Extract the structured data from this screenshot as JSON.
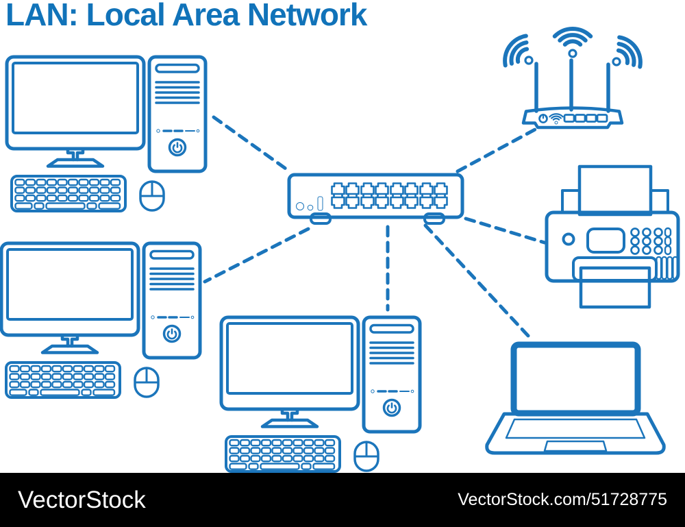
{
  "title": "LAN: Local Area Network",
  "watermark": {
    "brand": "VectorStock",
    "credit": "VectorStock.com/51728775"
  },
  "colors": {
    "line_blue": "#1b75bb",
    "title_blue": "#1173b9",
    "watermark_bg": "#000000",
    "watermark_text": "#ffffff"
  },
  "diagram": {
    "hub": {
      "id": "network-switch",
      "type": "16-port-ethernet-switch"
    },
    "devices": [
      {
        "id": "desktop-pc-top-left",
        "type": "desktop-computer"
      },
      {
        "id": "desktop-pc-bottom-left",
        "type": "desktop-computer"
      },
      {
        "id": "desktop-pc-bottom-center",
        "type": "desktop-computer"
      },
      {
        "id": "wireless-router",
        "type": "wifi-router-3-antennas"
      },
      {
        "id": "printer",
        "type": "multifunction-printer"
      },
      {
        "id": "laptop",
        "type": "laptop-computer"
      }
    ],
    "connection_style": "dashed",
    "connections": [
      {
        "from": "desktop-pc-top-left",
        "to": "network-switch"
      },
      {
        "from": "wireless-router",
        "to": "network-switch"
      },
      {
        "from": "printer",
        "to": "network-switch"
      },
      {
        "from": "laptop",
        "to": "network-switch"
      },
      {
        "from": "desktop-pc-bottom-center",
        "to": "network-switch"
      },
      {
        "from": "desktop-pc-bottom-left",
        "to": "network-switch"
      }
    ]
  }
}
